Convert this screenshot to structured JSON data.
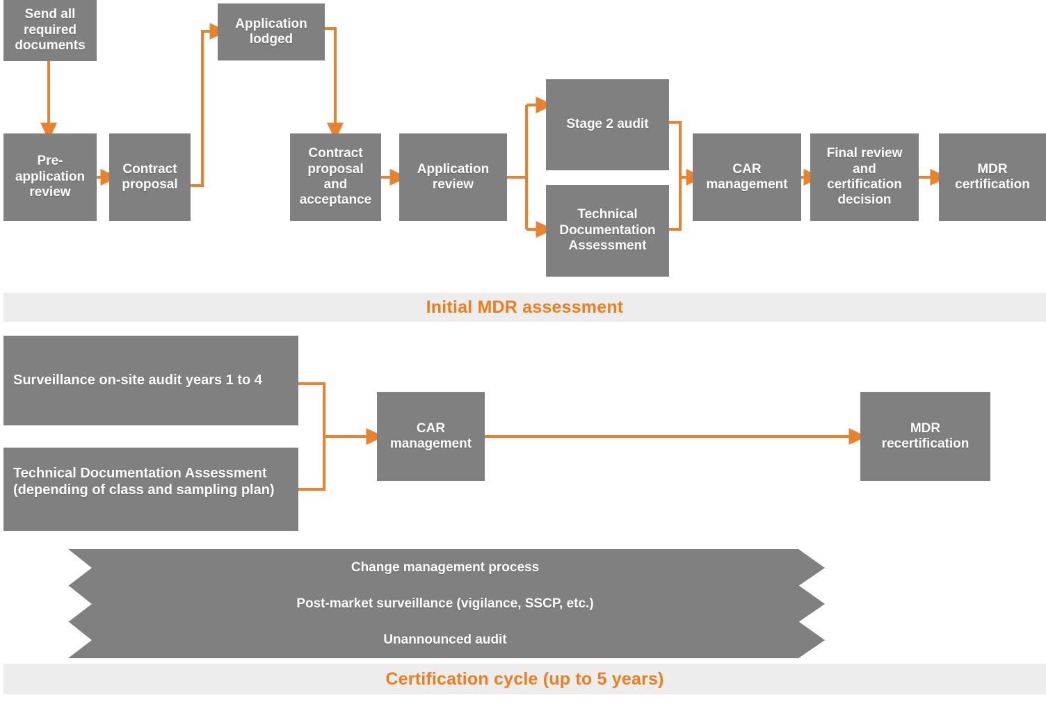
{
  "diagram": {
    "title_top_banner": "Initial MDR assessment",
    "title_bottom_banner": "Certification cycle (up to 5 years)",
    "colors": {
      "node_fill": "#808080",
      "connector": "#e8822c",
      "banner_bg": "#ededed",
      "banner_text": "#f07d1a",
      "node_text": "#ffffff",
      "background": "#ffffff"
    },
    "initial_assessment": {
      "nodes": [
        {
          "id": "send-documents",
          "label": "Send all\nrequired\ndocuments"
        },
        {
          "id": "pre-application-review",
          "label": "Pre-\napplication\nreview"
        },
        {
          "id": "contract-proposal",
          "label": "Contract\nproposal"
        },
        {
          "id": "application-lodged",
          "label": "Application\nlodged"
        },
        {
          "id": "contract-proposal-acceptance",
          "label": "Contract\nproposal\nand\nacceptance"
        },
        {
          "id": "application-review",
          "label": "Application\nreview"
        },
        {
          "id": "stage-2-audit",
          "label": "Stage 2 audit"
        },
        {
          "id": "technical-documentation-assessment",
          "label": "Technical\nDocumentation\nAssessment"
        },
        {
          "id": "car-management",
          "label": "CAR\nmanagement"
        },
        {
          "id": "final-review-decision",
          "label": "Final review\nand\ncertification\ndecision"
        },
        {
          "id": "mdr-certification",
          "label": "MDR\ncertification"
        }
      ]
    },
    "certification_cycle": {
      "nodes": [
        {
          "id": "surveillance-onsite-audit",
          "label": "Surveillance on-site audit years 1 to 4"
        },
        {
          "id": "technical-documentation-assessment-cycle",
          "label": "Technical Documentation Assessment\n(depending of class and sampling plan)"
        },
        {
          "id": "car-management-cycle",
          "label": "CAR\nmanagement"
        },
        {
          "id": "mdr-recertification",
          "label": "MDR\nrecertification"
        }
      ],
      "ongoing_bands": [
        {
          "id": "change-management-process",
          "label": "Change management process"
        },
        {
          "id": "post-market-surveillance",
          "label": "Post-market surveillance (vigilance, SSCP, etc.)"
        },
        {
          "id": "unannounced-audit",
          "label": "Unannounced audit"
        }
      ]
    }
  }
}
